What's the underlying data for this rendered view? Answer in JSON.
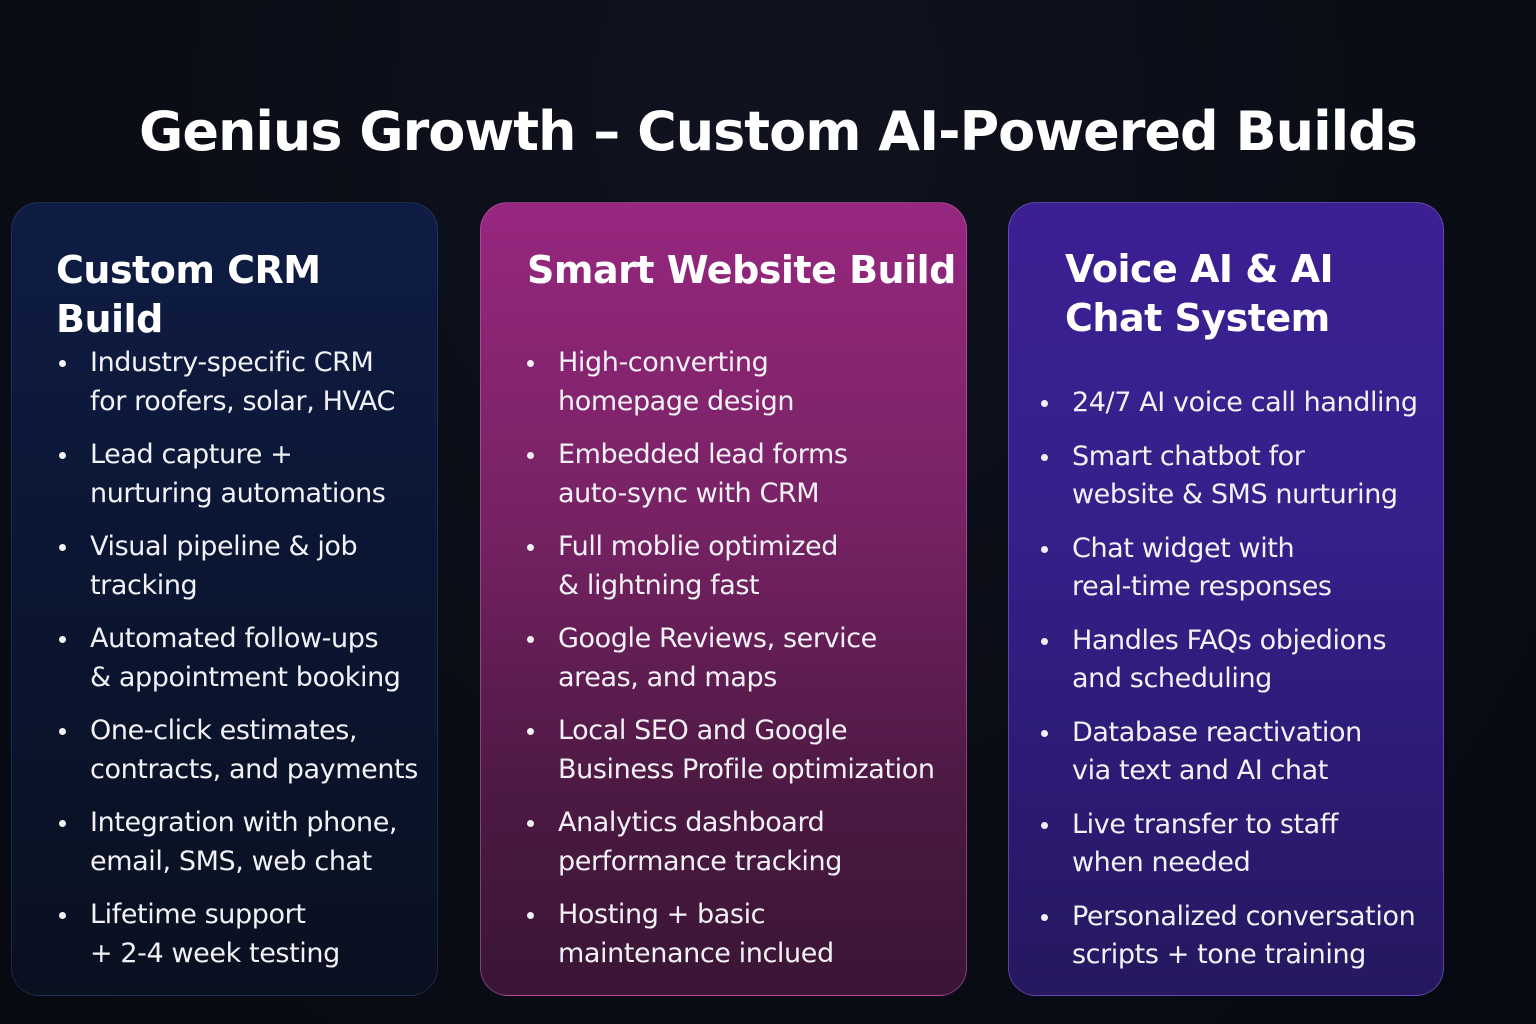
{
  "title": "Genius Growth – Custom AI-Powered Builds",
  "cards": [
    {
      "title": "Custom CRM Build",
      "items": [
        "Industry-specific CRM\nfor roofers, solar, HVAC",
        "Lead capture +\nnurturing automations",
        "Visual pipeline & job\ntracking",
        "Automated follow-ups\n& appointment booking",
        "One-click estimates,\ncontracts, and payments",
        "Integration with phone,\nemail, SMS, web chat",
        "Lifetime support\n+ 2-4 week testing"
      ]
    },
    {
      "title": "Smart Website Build",
      "items": [
        "High-converting\nhomepage design",
        "Embedded lead forms\nauto-sync with CRM",
        "Full moblie optimized\n& lightning fast",
        "Google Reviews, service\nareas, and maps",
        "Local SEO and Google\nBusiness Profile optimization",
        "Analytics dashboard\nperformance tracking",
        "Hosting + basic\nmaintenance inclued"
      ]
    },
    {
      "title": "Voice AI & AI\nChat System",
      "items": [
        "24/7 AI voice call handling",
        "Smart chatbot for\nwebsite & SMS nurturing",
        "Chat widget with\nreal-time responses",
        "Handles FAQs objedions\nand scheduling",
        "Database reactivation\nvia text and AI chat",
        "Live transfer to staff\nwhen needed",
        "Personalized conversation\nscripts + tone training"
      ]
    }
  ]
}
